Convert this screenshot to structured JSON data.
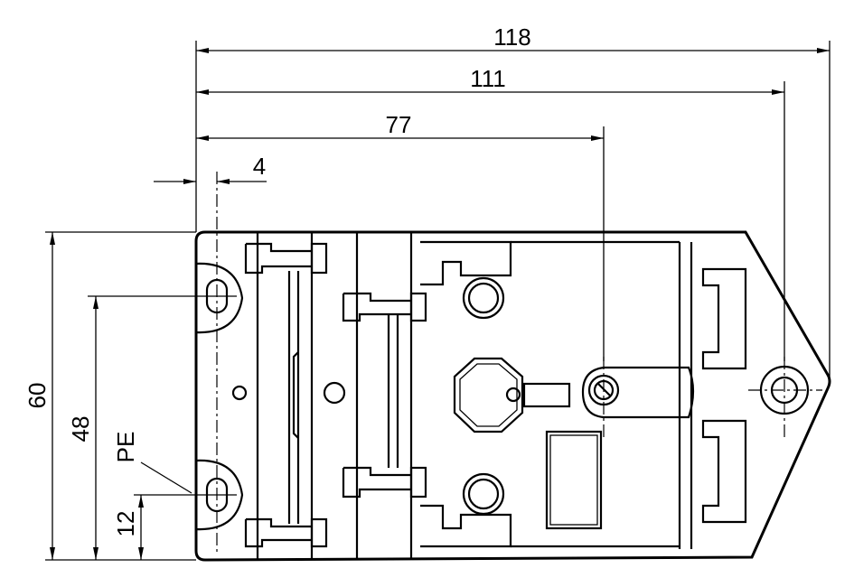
{
  "drawing": {
    "dimensions": {
      "overall_length": "118",
      "hole_center_length": "111",
      "slot_center_length": "77",
      "edge_offset": "4",
      "height": "60",
      "hole_spacing": "48",
      "bottom_offset": "12"
    },
    "labels": {
      "pe": "PE"
    }
  }
}
